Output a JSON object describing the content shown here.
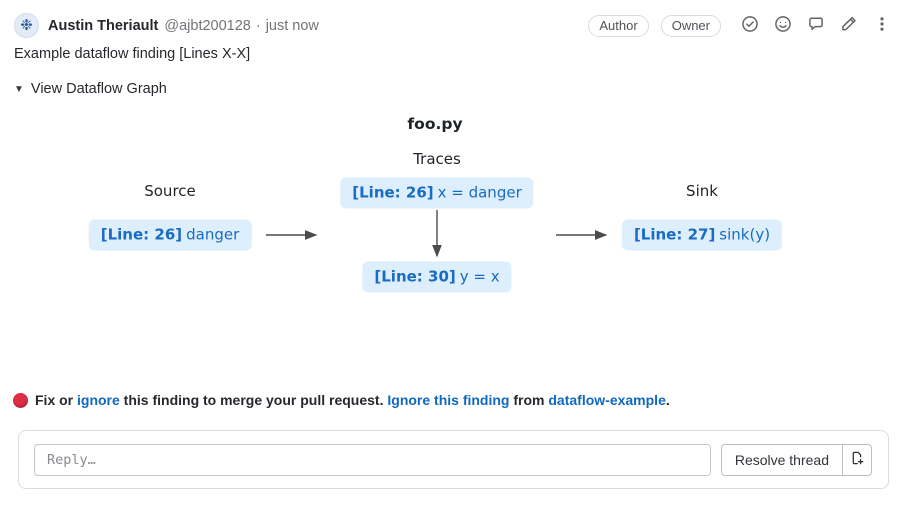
{
  "header": {
    "author_name": "Austin Theriault",
    "author_handle": "@ajbt200128",
    "separator": "·",
    "timestamp": "just now",
    "badges": [
      {
        "label": "Author"
      },
      {
        "label": "Owner"
      }
    ],
    "action_icons": [
      "approve-check-icon",
      "add-reaction-icon",
      "comment-icon",
      "edit-pencil-icon",
      "more-actions-icon"
    ]
  },
  "comment": {
    "body": "Example dataflow finding [Lines X-X]",
    "graph_toggle": {
      "icon": "▼",
      "label": "View Dataflow Graph"
    }
  },
  "graph": {
    "title": "foo.py",
    "column_labels": {
      "source": "Source",
      "traces": "Traces",
      "sink": "Sink"
    },
    "nodes": [
      {
        "id": "source-node",
        "line_label": "[Line: 26]",
        "code": "danger"
      },
      {
        "id": "trace-node-1",
        "line_label": "[Line: 26]",
        "code": "x = danger"
      },
      {
        "id": "trace-node-2",
        "line_label": "[Line: 30]",
        "code": "y = x"
      },
      {
        "id": "sink-node",
        "line_label": "[Line: 27]",
        "code": "sink(y)"
      }
    ],
    "edges": [
      {
        "from": "source-node",
        "to": "trace-node-1"
      },
      {
        "from": "trace-node-1",
        "to": "trace-node-2"
      },
      {
        "from": "trace-node-2",
        "to": "sink-node"
      }
    ],
    "colors": {
      "node_bg": "#ddeefd",
      "node_text": "#1a6bc4",
      "edge": "#4c4c4c"
    }
  },
  "finding": {
    "status_icon": "red-circle",
    "status_color": "#dd2e44",
    "prefix": "Fix or ",
    "link_ignore": "ignore",
    "middle": " this finding to merge your pull request. ",
    "link_ignore_finding": "Ignore this finding",
    "from_text": " from ",
    "link_rule": "dataflow-example",
    "suffix": ".",
    "link_color": "#1068bf"
  },
  "reply": {
    "placeholder": "Reply…",
    "resolve_button": "Resolve thread",
    "issue_button_icon": "new-issue-icon"
  }
}
